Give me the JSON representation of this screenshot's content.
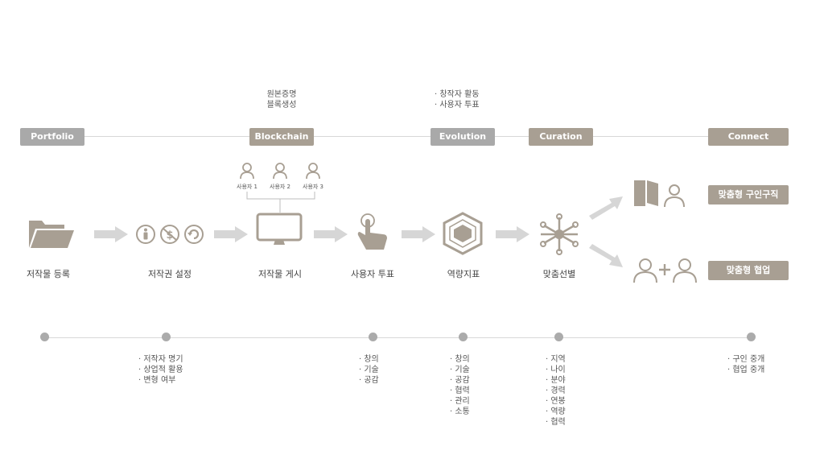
{
  "stages": {
    "portfolio": "Portfolio",
    "blockchain": "Blockchain",
    "evolution": "Evolution",
    "curation": "Curation",
    "connect": "Connect"
  },
  "notes": {
    "blockchain": [
      "원본증명",
      "블록생성"
    ],
    "evolution": [
      "· 창작자 활동",
      "· 사용자 투표"
    ]
  },
  "users": [
    "사용자 1",
    "사용자 2",
    "사용자 3"
  ],
  "steps": {
    "register": "저작물 등록",
    "rights": "저작권 설정",
    "post": "저작물 게시",
    "vote": "사용자 투표",
    "index": "역량지표",
    "selection": "맞춤선별"
  },
  "outcomes": {
    "job": "맞춤형 구인구직",
    "collab": "맞춤형 협업"
  },
  "details": {
    "rights": [
      "저작자 명기",
      "상업적 활용",
      "변형 여부"
    ],
    "vote": [
      "창의",
      "기술",
      "공감"
    ],
    "index": [
      "창의",
      "기술",
      "공감",
      "협력",
      "관리",
      "소통"
    ],
    "selection": [
      "지역",
      "나이",
      "분야",
      "경력",
      "연봉",
      "역량",
      "협력"
    ],
    "connect": [
      "구인 중개",
      "협업 중개"
    ]
  },
  "colors": {
    "gray_pill": "#a9a9a9",
    "tan_pill": "#a89f93",
    "icon": "#a89f93",
    "arrow": "#d6d6d6",
    "dot": "#ababab"
  }
}
